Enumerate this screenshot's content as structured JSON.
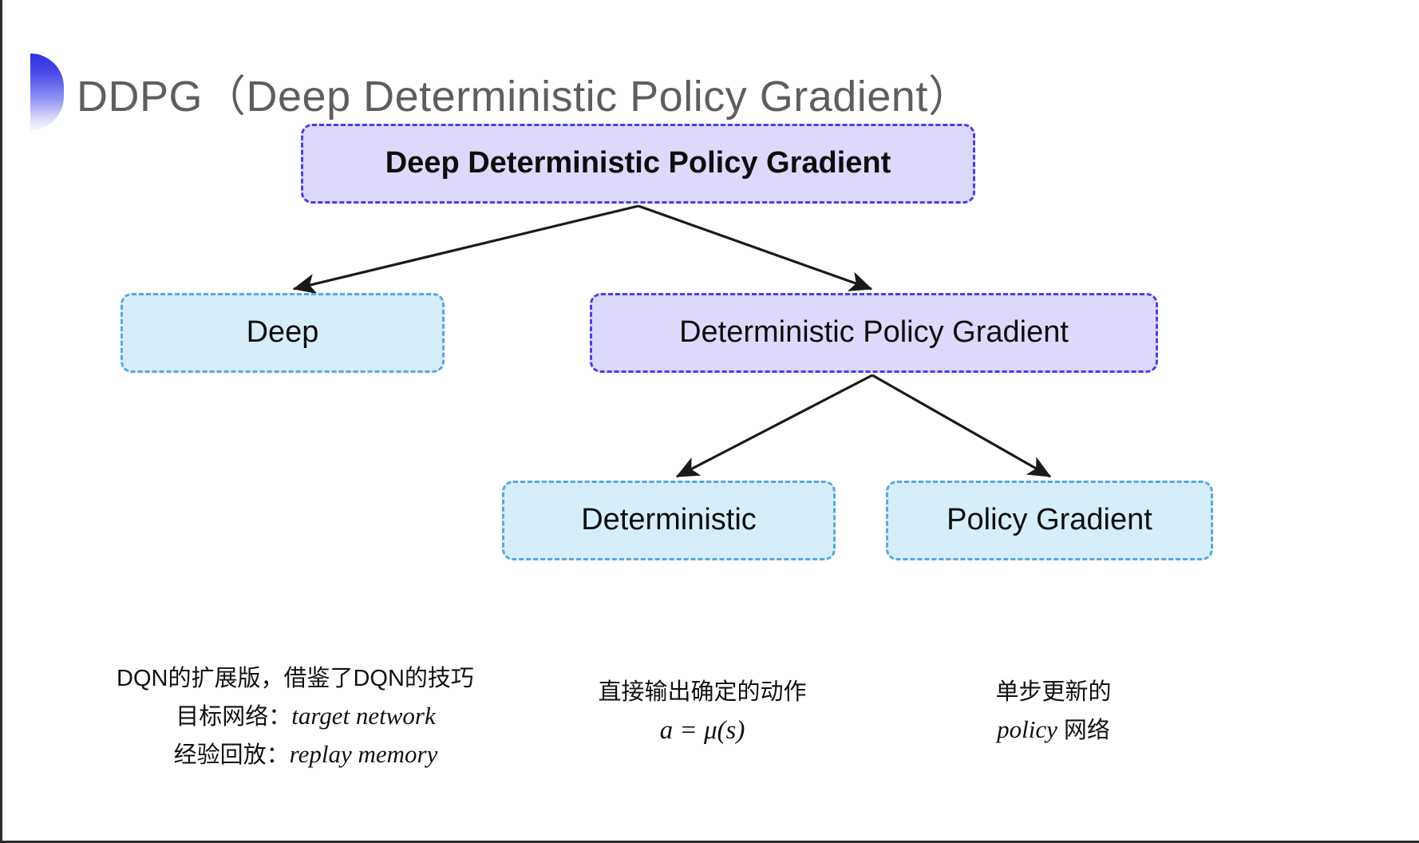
{
  "slide": {
    "title": "DDPG（Deep Deterministic Policy Gradient）",
    "bullet_icon": "half-circle-gradient-icon",
    "background_color": "#ffffff",
    "title_color": "#5e5e5e"
  },
  "palette": {
    "purple_fill": "#dcd9fb",
    "purple_border": "#4a3fe8",
    "cyan_fill": "#d6eefa",
    "cyan_border": "#5aa8dd",
    "arrow_color": "#1a1a1a",
    "text_color": "#0d0d0d"
  },
  "diagram": {
    "type": "tree",
    "nodes": [
      {
        "id": "root",
        "label": "Deep Deterministic Policy Gradient",
        "style": "purple",
        "level": 0
      },
      {
        "id": "deep",
        "label": "Deep",
        "style": "cyan",
        "level": 1
      },
      {
        "id": "dpg",
        "label": "Deterministic Policy Gradient",
        "style": "purple",
        "level": 1
      },
      {
        "id": "deterministic",
        "label": "Deterministic",
        "style": "cyan",
        "level": 2
      },
      {
        "id": "policy-gradient",
        "label": "Policy Gradient",
        "style": "cyan",
        "level": 2
      }
    ],
    "edges": [
      {
        "from": "root",
        "to": "deep"
      },
      {
        "from": "root",
        "to": "dpg"
      },
      {
        "from": "dpg",
        "to": "deterministic"
      },
      {
        "from": "dpg",
        "to": "policy-gradient"
      }
    ]
  },
  "annotations": {
    "deep": {
      "line1": "DQN的扩展版，借鉴了DQN的技巧",
      "line2_label": "目标网络：",
      "line2_term": "target network",
      "line3_label": "经验回放：",
      "line3_term": "replay memory"
    },
    "deterministic": {
      "line1": "直接输出确定的动作",
      "formula": "a = μ(s)"
    },
    "policy_gradient": {
      "line1": "单步更新的",
      "line2_term": "policy",
      "line2_suffix": " 网络"
    }
  }
}
